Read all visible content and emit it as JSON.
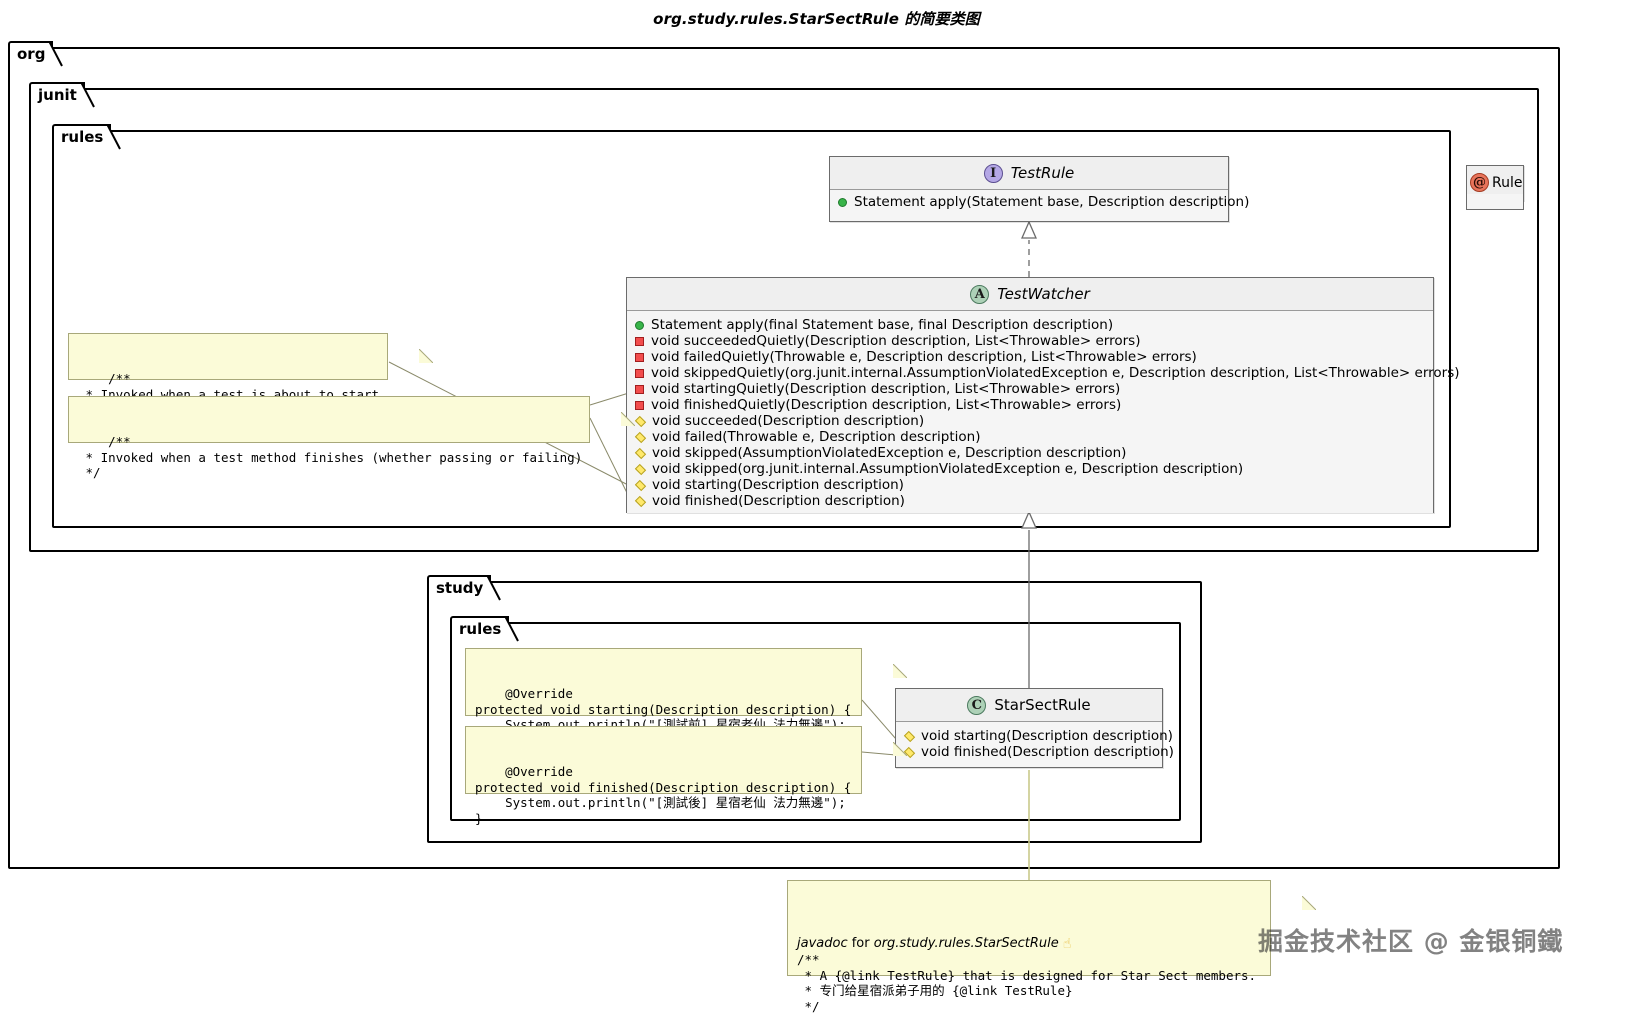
{
  "title": "org.study.rules.StarSectRule 的简要类图",
  "packages": [
    {
      "name": "org"
    },
    {
      "name": "junit"
    },
    {
      "name": "rules"
    },
    {
      "name": "study"
    },
    {
      "name": "rules2_label"
    }
  ],
  "package_labels": {
    "org": "org",
    "junit": "junit",
    "junit_rules": "rules",
    "study": "study",
    "study_rules": "rules"
  },
  "classes": {
    "test_rule": {
      "stereotype": "I",
      "stereotype_name": "interface-badge",
      "name": "TestRule",
      "members": [
        {
          "visibility": "public",
          "label": "Statement apply(Statement base, Description description)"
        }
      ]
    },
    "test_watcher": {
      "stereotype": "A",
      "stereotype_name": "abstract-badge",
      "name": "TestWatcher",
      "members": [
        {
          "visibility": "public",
          "label": "Statement apply(final Statement base, final Description description)"
        },
        {
          "visibility": "private",
          "label": "void succeededQuietly(Description description, List<Throwable> errors)"
        },
        {
          "visibility": "private",
          "label": "void failedQuietly(Throwable e, Description description, List<Throwable> errors)"
        },
        {
          "visibility": "private",
          "label": "void skippedQuietly(org.junit.internal.AssumptionViolatedException e, Description description, List<Throwable> errors)"
        },
        {
          "visibility": "private",
          "label": "void startingQuietly(Description description, List<Throwable> errors)"
        },
        {
          "visibility": "private",
          "label": "void finishedQuietly(Description description, List<Throwable> errors)"
        },
        {
          "visibility": "protected",
          "label": "void succeeded(Description description)"
        },
        {
          "visibility": "protected",
          "label": "void failed(Throwable e, Description description)"
        },
        {
          "visibility": "protected",
          "label": "void skipped(AssumptionViolatedException e, Description description)"
        },
        {
          "visibility": "protected",
          "label": "void skipped(org.junit.internal.AssumptionViolatedException e, Description description)"
        },
        {
          "visibility": "protected",
          "label": "void starting(Description description)"
        },
        {
          "visibility": "protected",
          "label": "void finished(Description description)"
        }
      ]
    },
    "rule_annotation": {
      "stereotype": "@",
      "stereotype_name": "annotation-badge",
      "name": "Rule",
      "members": []
    },
    "star_sect_rule": {
      "stereotype": "C",
      "stereotype_name": "class-badge",
      "name": "StarSectRule",
      "members": [
        {
          "visibility": "protected",
          "label": "void starting(Description description)"
        },
        {
          "visibility": "protected",
          "label": "void finished(Description description)"
        }
      ]
    }
  },
  "notes": {
    "starting_doc": "/**\n * Invoked when a test is about to start\n */",
    "finished_doc": "/**\n * Invoked when a test method finishes (whether passing or failing)\n */",
    "starting_code": "@Override\nprotected void starting(Description description) {\n    System.out.println(\"[測試前] 星宿老仙 法力無邊\");\n}",
    "finished_code": "@Override\nprotected void finished(Description description) {\n    System.out.println(\"[測試後] 星宿老仙 法力無邊\");\n}",
    "javadoc_note": {
      "title_prefix": "javadoc",
      "title_middle": " for ",
      "title_target": "org.study.rules.StarSectRule",
      "hand_icon": "☝",
      "body": "/**\n * A {@link TestRule} that is designed for Star Sect members.\n * 专门给星宿派弟子用的 {@link TestRule}\n */"
    }
  },
  "watermark": "掘金技术社区 @ 金银铜鐵",
  "colors": {
    "note_bg": "#fbfbd8",
    "note_border": "#a8a87a",
    "class_bg": "#f5f5f5",
    "class_border": "#6b6b6b",
    "public": "#38b449",
    "private": "#f24d4d",
    "protected": "#ffe96b",
    "interface_badge": "#b4a7e5",
    "abstract_badge": "#add1b7",
    "annotation_badge": "#e8735a"
  }
}
